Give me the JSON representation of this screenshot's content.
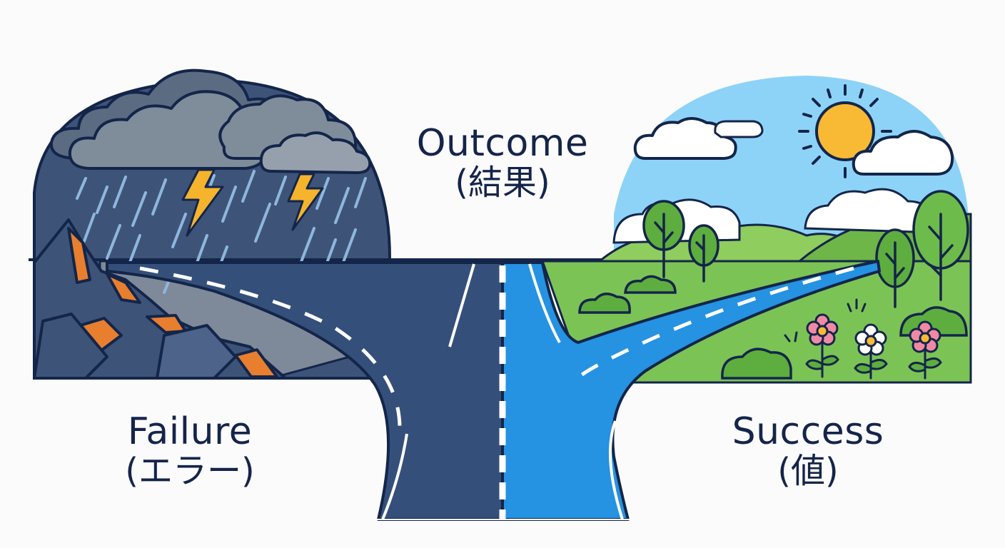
{
  "labels": {
    "outcome": {
      "title": "Outcome",
      "subtitle": "(結果)"
    },
    "failure": {
      "title": "Failure",
      "subtitle": "(エラー)"
    },
    "success": {
      "title": "Success",
      "subtitle": "(値)"
    }
  },
  "icons": [
    "storm-cloud-icon",
    "lightning-bolt-icon",
    "rain-icon",
    "sun-icon",
    "cloud-icon",
    "tree-icon",
    "flower-icon",
    "rock-icon"
  ],
  "colors": {
    "outline": "#14254a",
    "failure_sky": "#3d5478",
    "failure_road": "#34507a",
    "failure_ground": "#7e8a99",
    "rock_orange": "#e87f2e",
    "success_sky": "#8dd3f7",
    "success_road": "#2592e2",
    "grass": "#7cc355",
    "sun": "#f8b934",
    "text": "#15244a"
  }
}
